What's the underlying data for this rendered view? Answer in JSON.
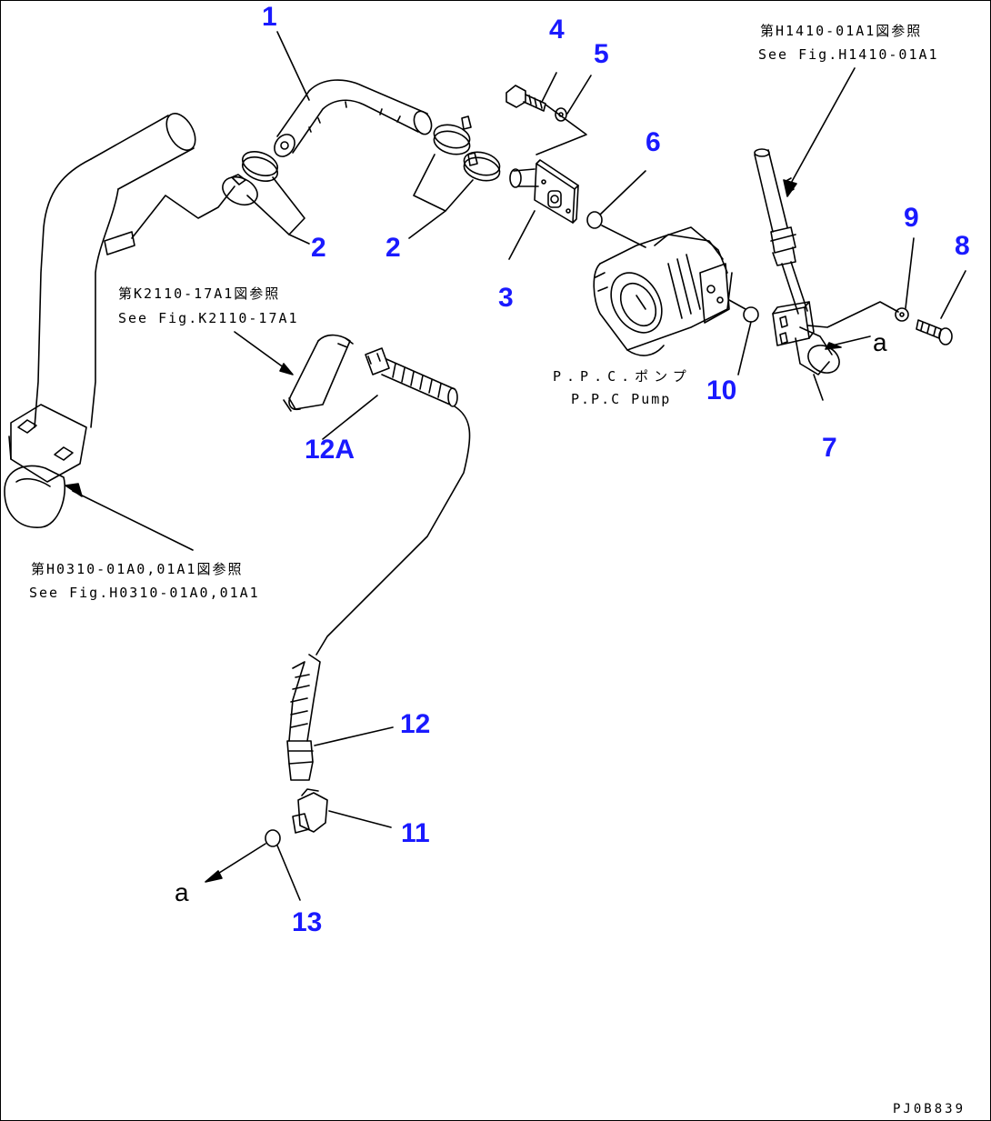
{
  "colors": {
    "callout": "#1a1aff",
    "line": "#000000"
  },
  "callouts": {
    "c1": "1",
    "c2a": "2",
    "c2b": "2",
    "c3": "3",
    "c4": "4",
    "c5": "5",
    "c6": "6",
    "c7": "7",
    "c8": "8",
    "c9": "9",
    "c10": "10",
    "c11": "11",
    "c12": "12",
    "c12a": "12A",
    "c13": "13"
  },
  "references": {
    "h1410_jp": "第H1410-01A1図参照",
    "h1410_en": "See Fig.H1410-01A1",
    "k2110_jp": "第K2110-17A1図参照",
    "k2110_en": "See Fig.K2110-17A1",
    "h0310_jp": "第H0310-01A0,01A1図参照",
    "h0310_en": "See Fig.H0310-01A0,01A1"
  },
  "pump": {
    "jp": "P.P.C.ポンプ",
    "en": "P.P.C Pump"
  },
  "markers": {
    "a_right": "a",
    "a_left": "a"
  },
  "drawing_number": "PJ0B839"
}
